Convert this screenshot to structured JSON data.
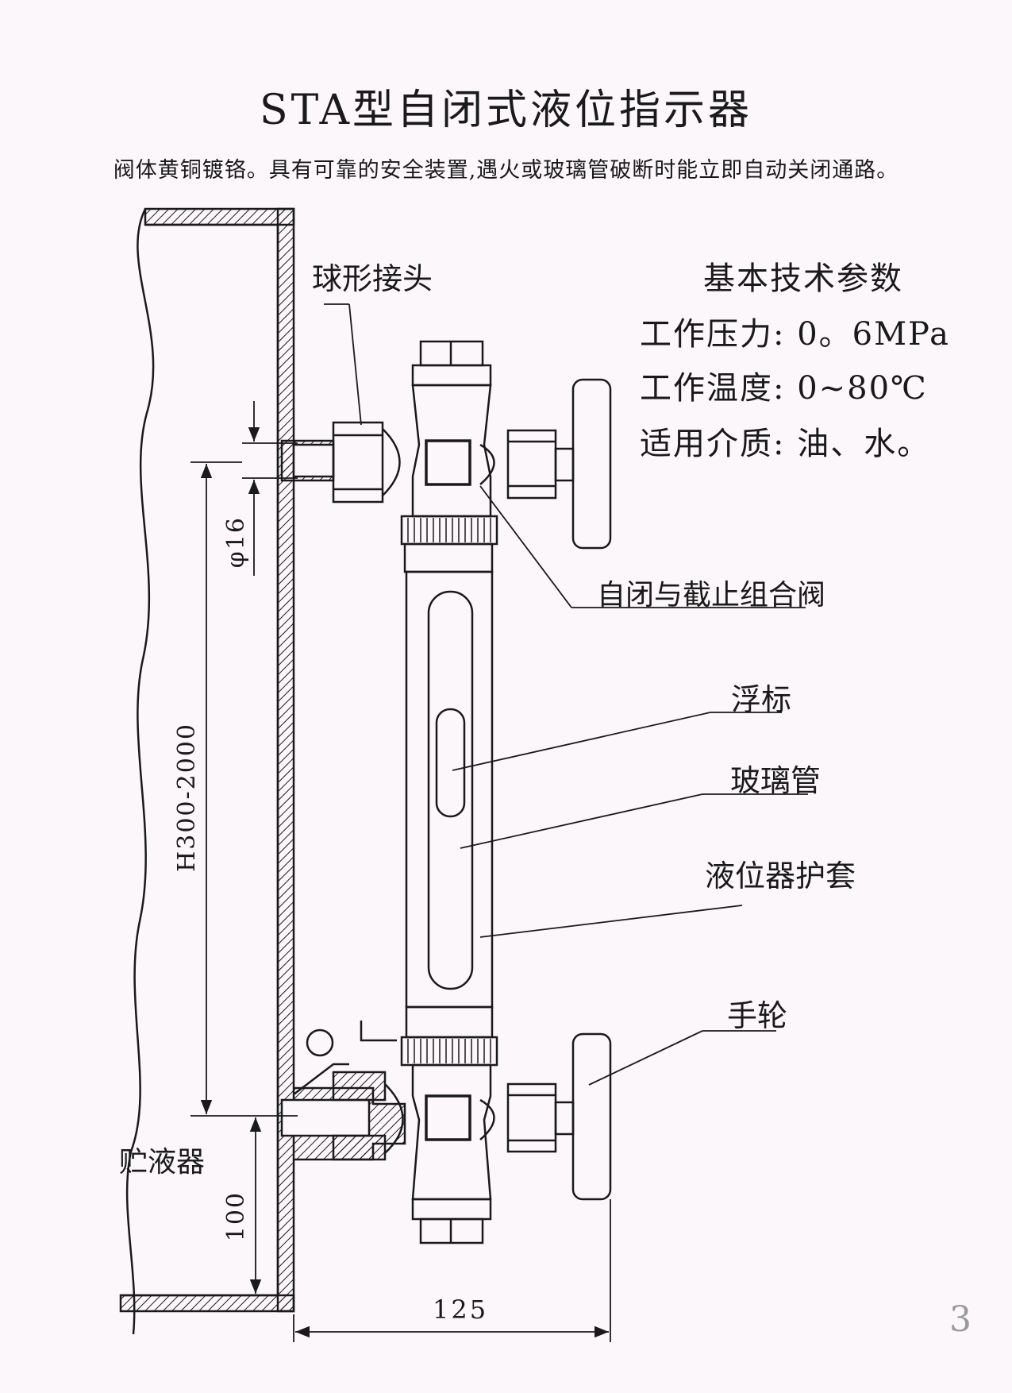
{
  "title": "STA型自闭式液位指示器",
  "description": "阀体黄铜镀铬。具有可靠的安全装置,遇火或玻璃管破断时能立即自动关闭通路。",
  "labels": {
    "ball_joint": "球形接头",
    "combo_valve": "自闭与截止组合阀",
    "float": "浮标",
    "glass_tube": "玻璃管",
    "guard": "液位器护套",
    "handwheel": "手轮",
    "reservoir": "贮液器"
  },
  "specs": {
    "heading": "基本技术参数",
    "pressure": "工作压力: 0。6MPa",
    "temperature": "工作温度: 0~80℃",
    "medium": "适用介质: 油、水。"
  },
  "dimensions": {
    "pipe_diameter": "φ16",
    "height_range": "H300-2000",
    "bottom_offset": "100",
    "width": "125"
  },
  "page_number": "3",
  "colors": {
    "ink": "#1a1a1a",
    "paper": "#fbf7fa"
  }
}
